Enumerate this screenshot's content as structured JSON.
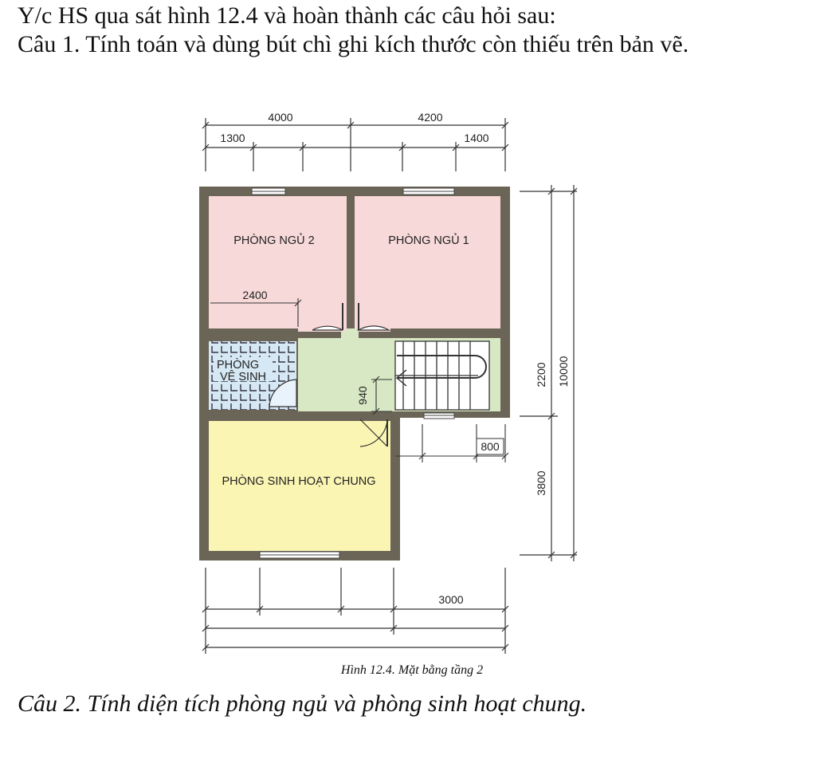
{
  "instruction": "Y/c HS qua sát hình 12.4 và hoàn thành các câu hỏi sau:",
  "question_1": "Câu 1. Tính toán và dùng bút chì ghi kích thước còn thiếu trên bản vẽ.",
  "floor_plan": {
    "rooms": {
      "bedroom_2": "PHÒNG NGỦ 2",
      "bedroom_1": "PHÒNG NGỦ 1",
      "bathroom_line_1": "PHÒNG",
      "bathroom_line_2": "VỆ SINH",
      "living_room": "PHÒNG SINH HOẠT CHUNG"
    },
    "dimensions": {
      "top_left": "4000",
      "top_right": "4200",
      "top_left_sub": "1300",
      "top_right_sub": "1400",
      "bedroom_2_width": "2400",
      "landing": "940",
      "stair_offset": "800",
      "right_upper": "2200",
      "right_lower": "3800",
      "right_total": "10000",
      "bottom_right": "3000"
    },
    "colors": {
      "wall": "#6b6557",
      "bedroom": "#f8d9d9",
      "hall": "#d8e8c4",
      "bathroom": "#d6e8f3",
      "living": "#fbf5b4"
    }
  },
  "caption": "Hình 12.4. Mặt bằng tầng 2",
  "question_2": "Câu 2. Tính diện tích phòng ngủ và phòng sinh hoạt chung."
}
